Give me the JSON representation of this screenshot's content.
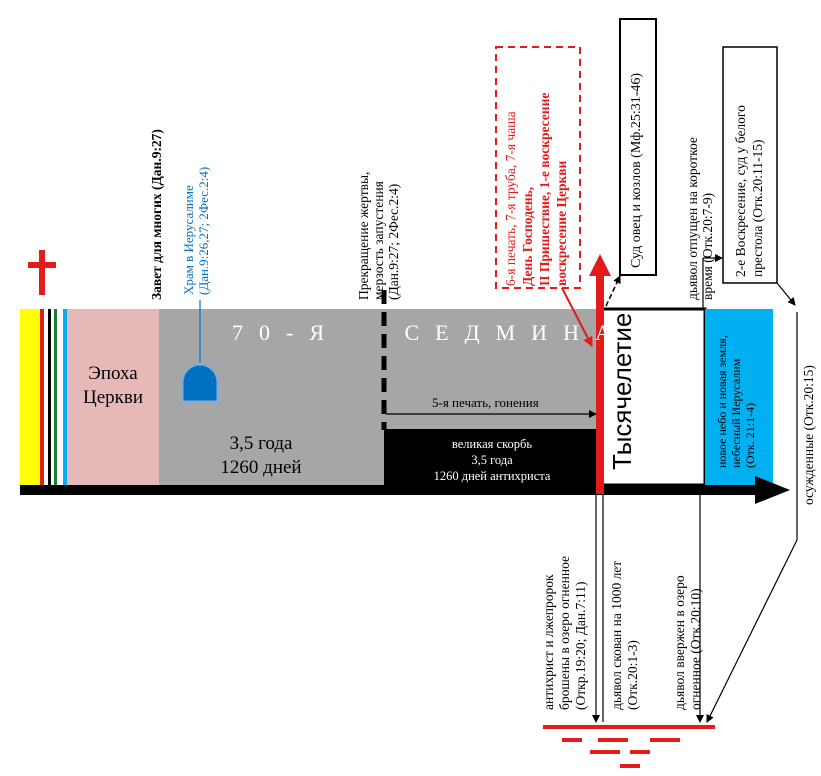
{
  "colors": {
    "cross": "#e31b1b",
    "gray_band": "#a6a6a6",
    "pink_band": "#e6b8b7",
    "yellow_strip": "#ffff00",
    "blue_block": "#00b0f0",
    "temple_fill": "#0070c0",
    "temple_text": "#0070c0",
    "red_text": "#e31b1b"
  },
  "labels": {
    "church_era_line1": "Эпоха",
    "church_era_line2": "Церкви",
    "seventieth_week": "70-Я   СЕДМИНА",
    "half_years": "3,5 года",
    "half_days": "1260 дней",
    "fifth_seal": "5-я печать, гонения",
    "tribulation_line1": "великая скорбь",
    "tribulation_line2": "3,5 года",
    "tribulation_line3": "1260 дней антихриста",
    "millennium": "Тысячелетие",
    "new_heaven_line1": "новое небо и новая земля,",
    "new_heaven_line2": "небесный Иерусалим",
    "new_heaven_line3": "(Отк. 21:1-4)",
    "covenant": "Завет для многих (Дан.9:27)",
    "temple_line1": "Храм в Иерусалиме",
    "temple_line2": "(Дан.9:26,27; 2Фес.2:4)",
    "sacrifice_line1": "Прекращение жертвы,",
    "sacrifice_line2": "мерзость запустения",
    "sacrifice_line3": "(Дан.9:27; 2Фес.2:4)",
    "red_box_line1": "6-я печать, 7-я труба, 7-я чаша",
    "red_box_line2": "День Господень,",
    "red_box_line3": "II Пришествие, 1-е воскресение",
    "red_box_line4": "воскресение Церкви",
    "sheep_goats": "Суд овец и козлов (Мф.25:31-46)",
    "devil_released_line1": "дьявол отпущен на короткое",
    "devil_released_line2": "время (Отк.20:7-9)",
    "second_resurrection_line1": "2-е Воскресение, суд у белого",
    "second_resurrection_line2": "престола (Отк.20:11-15)",
    "condemned": "осужденные (Отк.20:15)",
    "antichrist_line1": "антихрист и лжепророк",
    "antichrist_line2": "брошены в озеро огненное",
    "antichrist_line3": "(Откр.19:20; Дан.7:11)",
    "devil_bound_line1": "дьявол скован на 1000 лет",
    "devil_bound_line2": "(Отк.20:1-3)",
    "devil_cast_line1": "дьявол ввержен в озеро",
    "devil_cast_line2": "огненное (Отк.20:10)"
  }
}
